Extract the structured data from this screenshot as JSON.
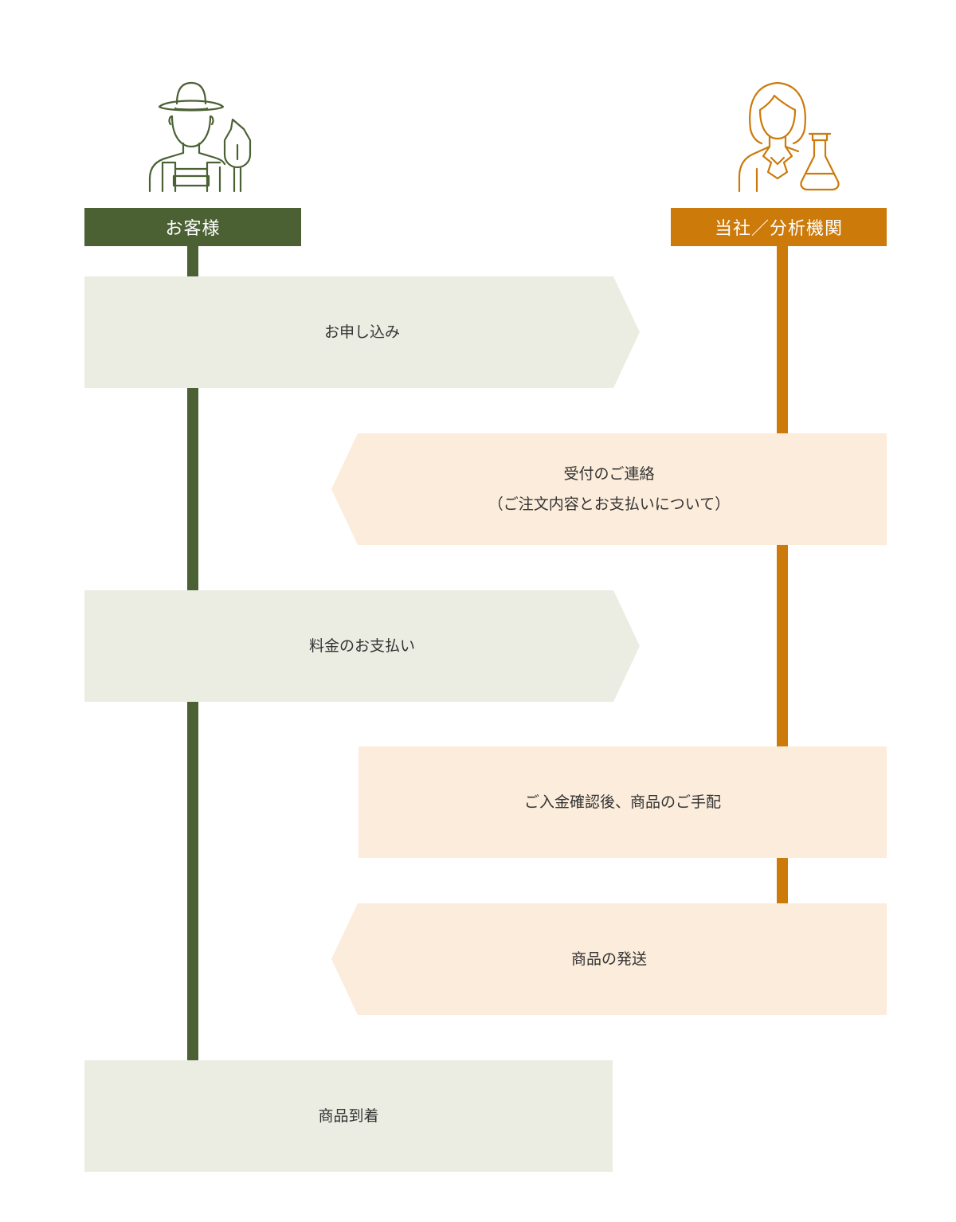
{
  "colors": {
    "customer_accent": "#4b6134",
    "company_accent": "#cc7a0a",
    "customer_box": "#ecede2",
    "company_box": "#fcecdb",
    "text": "#333333"
  },
  "lanes": {
    "customer": {
      "label": "お客様",
      "icon": "farmer-icon"
    },
    "company": {
      "label": "当社／分析機関",
      "icon": "scientist-icon"
    }
  },
  "steps": [
    {
      "lane": "customer",
      "direction": "right",
      "lines": [
        "お申し込み"
      ]
    },
    {
      "lane": "company",
      "direction": "left",
      "lines": [
        "受付のご連絡",
        "（ご注文内容とお支払いについて）"
      ]
    },
    {
      "lane": "customer",
      "direction": "right",
      "lines": [
        "料金のお支払い"
      ]
    },
    {
      "lane": "company",
      "direction": "none",
      "lines": [
        "ご入金確認後、商品のご手配"
      ]
    },
    {
      "lane": "company",
      "direction": "left",
      "lines": [
        "商品の発送"
      ]
    },
    {
      "lane": "customer",
      "direction": "none",
      "lines": [
        "商品到着"
      ]
    }
  ]
}
